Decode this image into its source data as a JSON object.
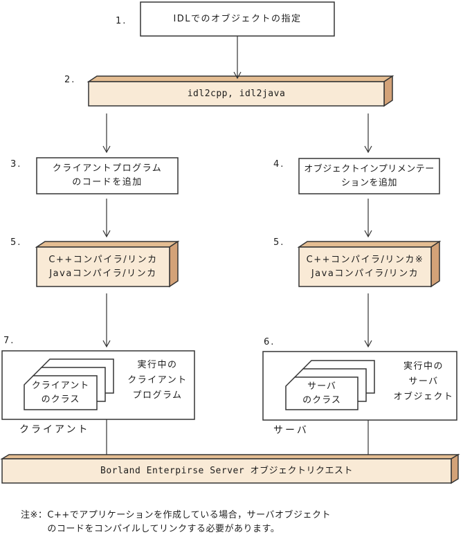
{
  "colors": {
    "bar_front": "#f9ead6",
    "bar_top": "#e4bd92",
    "bar_side": "#d3a278",
    "line": "#333333",
    "box_fill": "#ffffff"
  },
  "nodes": {
    "step1": {
      "num": "1.",
      "label": "IDLでのオブジェクトの指定"
    },
    "step2": {
      "num": "2.",
      "label": "idl2cpp, idl2java"
    },
    "step3": {
      "num": "3.",
      "line1": "クライアントプログラム",
      "line2": "のコードを追加"
    },
    "step4": {
      "num": "4.",
      "line1": "オブジェクトインプリメンテー",
      "line2": "ションを追加"
    },
    "step5_left": {
      "num": "5.",
      "line1": "C++コンパイラ/リンカ",
      "line2": "Javaコンパイラ/リンカ"
    },
    "step5_right": {
      "num": "5.",
      "line1": "C++コンパイラ/リンカ※",
      "line2": "Javaコンパイラ/リンカ"
    },
    "step7": {
      "num": "7.",
      "card": {
        "line1": "クライアント",
        "line2": "のクラス"
      },
      "desc": {
        "line1": "実行中の",
        "line2": "クライアント",
        "line3": "プログラム"
      },
      "caption": "クライアント"
    },
    "step6": {
      "num": "6.",
      "card": {
        "line1": "サーバ",
        "line2": "のクラス"
      },
      "desc": {
        "line1": "実行中の",
        "line2": "サーバ",
        "line3": "オブジェクト"
      },
      "caption": "サーバ"
    },
    "orb_bar": {
      "label": "Borland Enterpirse Server オブジェクトリクエスト"
    }
  },
  "footnote": {
    "prefix": "注※：",
    "line1": "C++でアプリケーションを作成している場合，サーバオブジェクト",
    "line2": "のコードをコンパイルしてリンクする必要があります。"
  }
}
